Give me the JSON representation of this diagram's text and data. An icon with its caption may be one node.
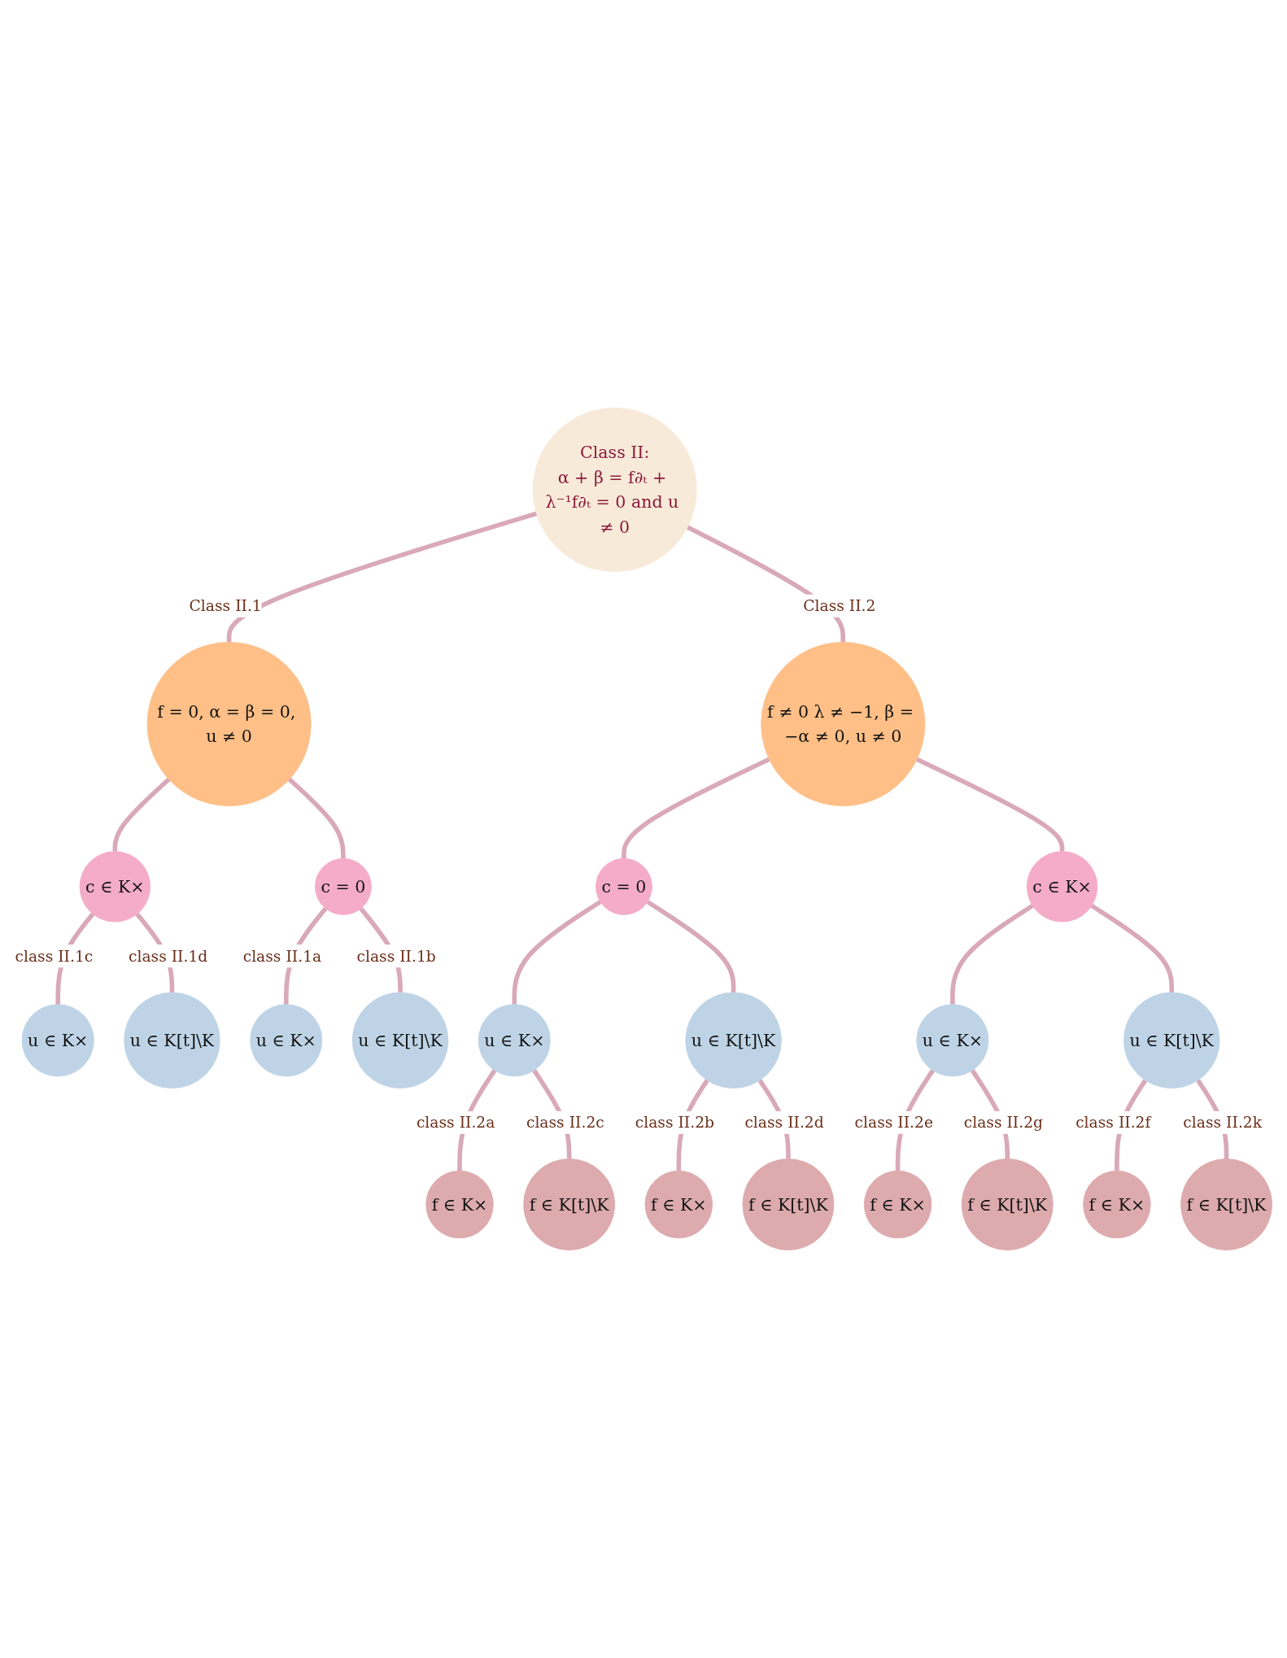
{
  "diagram": {
    "nodes": [
      {
        "text": [
          "Class II:",
          "α + β = f∂ₜ + λ⁻¹f∂ₜ = 0 and u ≠ 0"
        ]
      },
      {
        "text": [
          "f = 0, α = β = 0, u ≠ 0"
        ]
      },
      {
        "text": [
          "c ∈ K×"
        ]
      },
      {
        "text": [
          "c = 0"
        ]
      },
      {
        "text": [
          "u ∈ K×"
        ]
      },
      {
        "text": [
          "u ∈ K[t]\\K"
        ]
      },
      {
        "text": [
          "u ∈ K×"
        ]
      },
      {
        "text": [
          "u ∈ K[t]\\K"
        ]
      },
      {
        "text": [
          "f ≠ 0 λ ≠ −1, β = −α ≠ 0, u ≠ 0"
        ]
      },
      {
        "text": [
          "c = 0"
        ]
      },
      {
        "text": [
          "u ∈ K×"
        ]
      },
      {
        "text": [
          "f ∈ K×"
        ]
      },
      {
        "text": [
          "f ∈ K[t]\\K"
        ]
      },
      {
        "text": [
          "u ∈ K[t]\\K"
        ]
      },
      {
        "text": [
          "f ∈ K×"
        ]
      },
      {
        "text": [
          "f ∈ K[t]\\K"
        ]
      },
      {
        "text": [
          "c ∈ K×"
        ]
      },
      {
        "text": [
          "u ∈ K×"
        ]
      },
      {
        "text": [
          "f ∈ K×"
        ]
      },
      {
        "text": [
          "f ∈ K[t]\\K"
        ]
      },
      {
        "text": [
          "u ∈ K[t]\\K"
        ]
      },
      {
        "text": [
          "f ∈ K×"
        ]
      },
      {
        "text": [
          "f ∈ K[t]\\K"
        ]
      }
    ],
    "edges": [
      {
        "from": 0,
        "to": 1,
        "arrow": "none",
        "label": "Class II.1"
      },
      {
        "from": 1,
        "to": 2,
        "arrow": "none"
      },
      {
        "from": 1,
        "to": 3,
        "arrow": "none"
      },
      {
        "from": 2,
        "to": 4,
        "arrow": "none",
        "label": "class II.1c"
      },
      {
        "from": 2,
        "to": 5,
        "arrow": "none",
        "label": "class II.1d"
      },
      {
        "from": 3,
        "to": 6,
        "arrow": "none",
        "label": "class II.1a"
      },
      {
        "from": 3,
        "to": 7,
        "arrow": "none",
        "label": "class II.1b"
      },
      {
        "from": 0,
        "to": 8,
        "arrow": "none",
        "label": "Class II.2"
      },
      {
        "from": 8,
        "to": 9,
        "arrow": "none"
      },
      {
        "from": 9,
        "to": 10,
        "arrow": "none"
      },
      {
        "from": 10,
        "to": 11,
        "arrow": "none",
        "label": "class II.2a"
      },
      {
        "from": 10,
        "to": 12,
        "arrow": "none",
        "label": "class II.2c"
      },
      {
        "from": 9,
        "to": 13,
        "arrow": "none"
      },
      {
        "from": 13,
        "to": 14,
        "arrow": "none",
        "label": "class II.2b"
      },
      {
        "from": 13,
        "to": 15,
        "arrow": "none",
        "label": "class II.2d"
      },
      {
        "from": 8,
        "to": 16,
        "arrow": "none"
      },
      {
        "from": 16,
        "to": 17,
        "arrow": "none"
      },
      {
        "from": 17,
        "to": 18,
        "arrow": "none",
        "label": "class II.2e"
      },
      {
        "from": 17,
        "to": 19,
        "arrow": "none",
        "label": "class II.2g"
      },
      {
        "from": 16,
        "to": 20,
        "arrow": "none"
      },
      {
        "from": 20,
        "to": 21,
        "arrow": "none",
        "label": "class II.2f"
      },
      {
        "from": 20,
        "to": 22,
        "arrow": "none",
        "label": "class II.2k"
      }
    ]
  }
}
